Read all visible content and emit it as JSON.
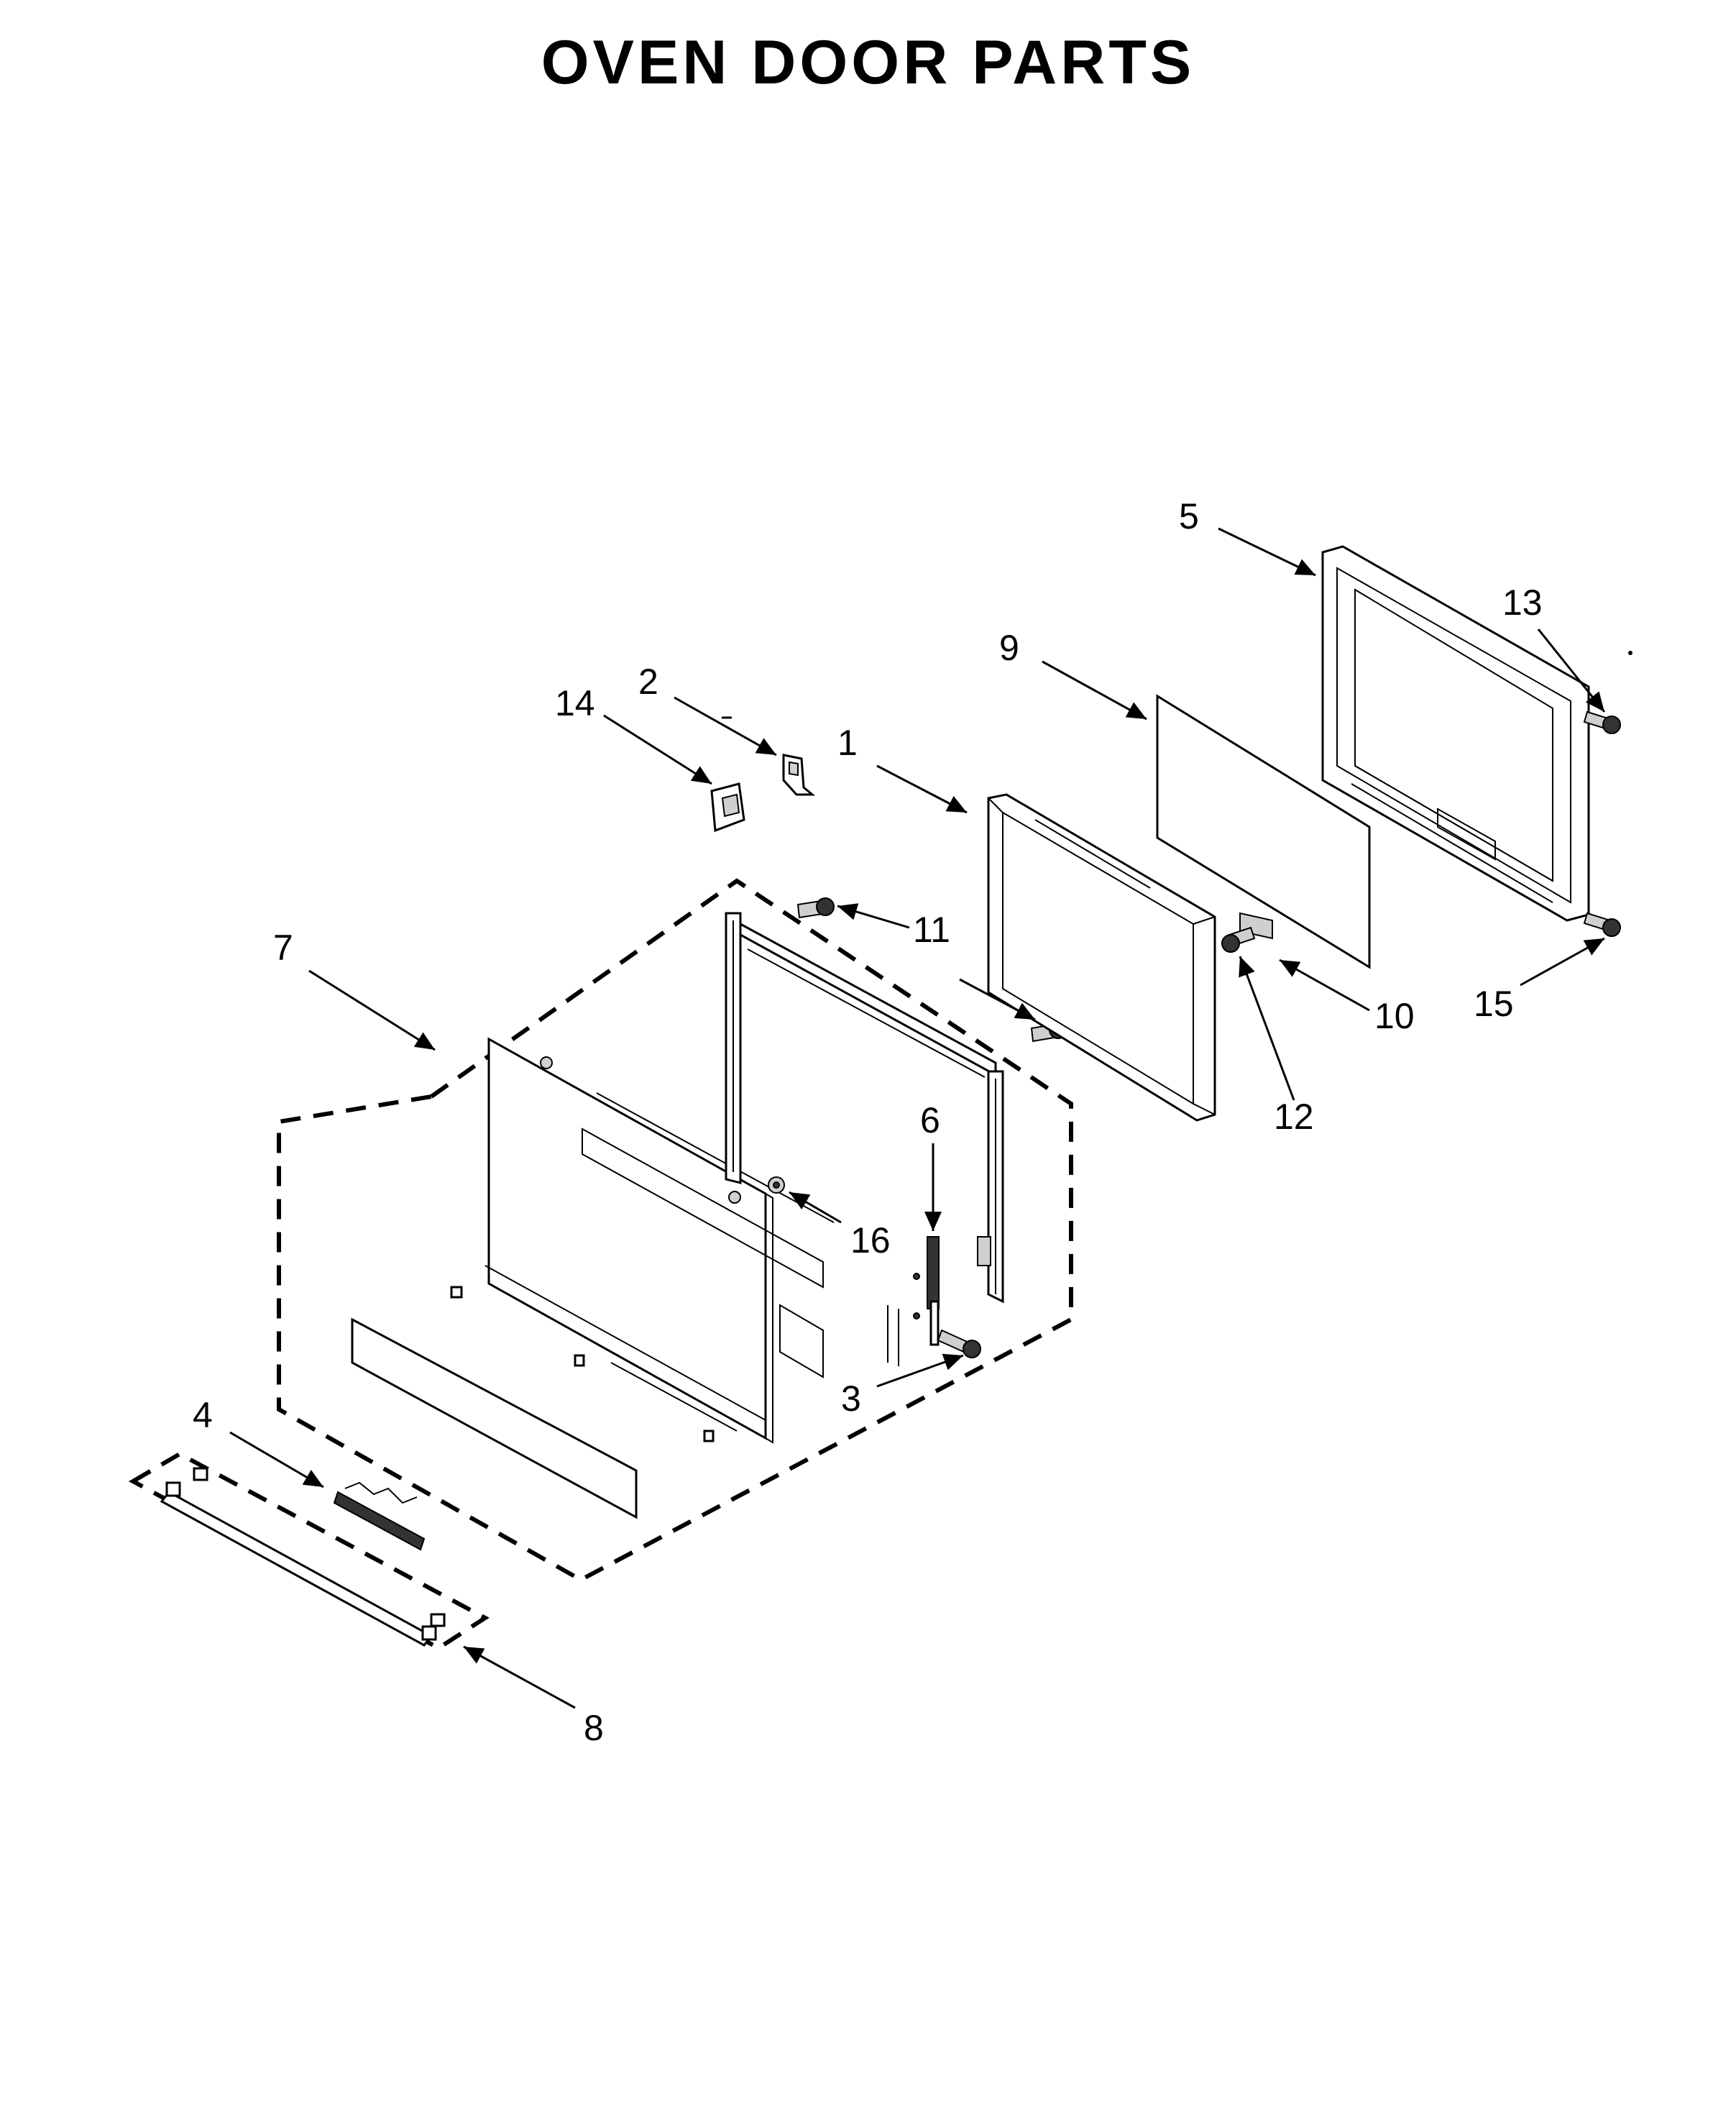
{
  "title": "OVEN DOOR PARTS",
  "callouts": {
    "c1": "1",
    "c2": "2",
    "c3": "3",
    "c4": "4",
    "c5": "5",
    "c6": "6",
    "c7": "7",
    "c8": "8",
    "c9": "9",
    "c10": "10",
    "c11": "11",
    "c12": "12",
    "c13": "13",
    "c14": "14",
    "c15": "15",
    "c16": "16"
  }
}
